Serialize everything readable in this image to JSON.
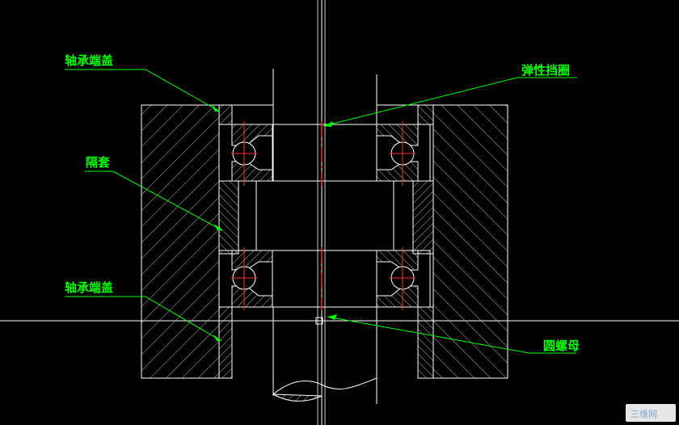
{
  "colors": {
    "background": "#000000",
    "outline": "#ffffff",
    "hatch": "#b8b8b8",
    "leader": "#00ff00",
    "centerline": "#ff2a2a",
    "watermark": "#7ea6c8"
  },
  "labels": {
    "bearing_cover_top": "轴承端盖",
    "circlip": "弹性挡圈",
    "spacer": "隔套",
    "bearing_cover_bottom": "轴承端盖",
    "round_nut": "圆螺母"
  },
  "watermark": {
    "text": "三维网"
  }
}
